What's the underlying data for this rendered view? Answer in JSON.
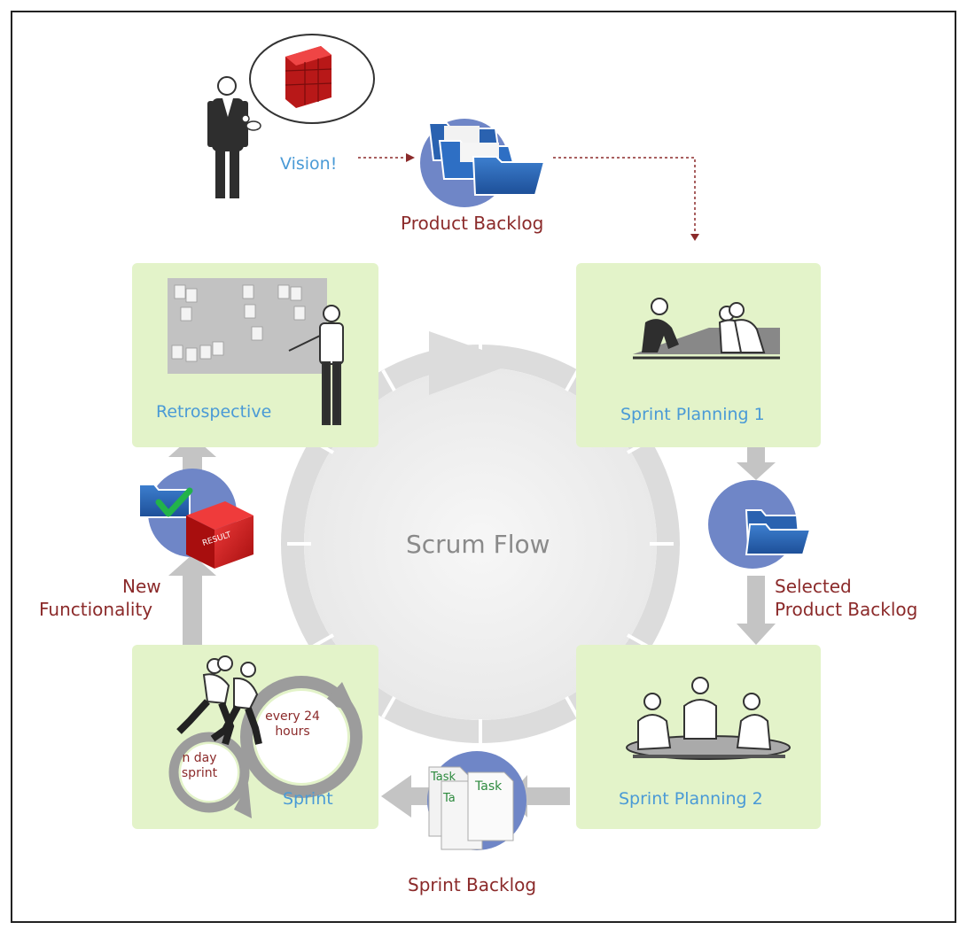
{
  "center": {
    "title": "Scrum Flow"
  },
  "top": {
    "vision_label": "Vision!",
    "product_backlog_label": "Product Backlog"
  },
  "stages": {
    "retrospective": "Retrospective",
    "sprint_planning_1": "Sprint Planning 1",
    "sprint_planning_2": "Sprint Planning 2",
    "sprint": "Sprint"
  },
  "artifacts": {
    "selected_backlog_line1": "Selected",
    "selected_backlog_line2": "Product Backlog",
    "sprint_backlog": "Sprint Backlog",
    "new_functionality_line1": "New",
    "new_functionality_line2": "Functionality",
    "result_box": "RESULT",
    "task_card_1": "Task",
    "task_card_2": "Ta",
    "task_card_3": "Task"
  },
  "sprint_cycle": {
    "daily_line1": "every 24",
    "daily_line2": "hours",
    "sprint_line1": "n day",
    "sprint_line2": "sprint"
  },
  "colors": {
    "stage_box": "#e3f3c9",
    "artifact_circle": "#6f86c7",
    "arrow_gray": "#c4c4c4",
    "label_red": "#8b2a2a",
    "label_blue": "#4a9ad6"
  }
}
